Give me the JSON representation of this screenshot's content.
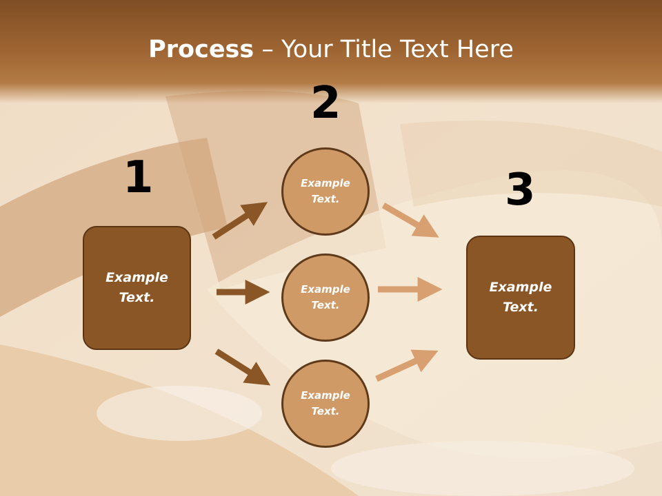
{
  "title": {
    "bold": "Process",
    "rest": " – Your Title Text Here"
  },
  "step_numbers": [
    "1",
    "2",
    "3"
  ],
  "left_box": {
    "text": "Example\nText."
  },
  "circles": [
    {
      "text": "Example\nText."
    },
    {
      "text": "Example\nText."
    },
    {
      "text": "Example\nText."
    }
  ],
  "right_box": {
    "text": "Example\nText."
  },
  "colors": {
    "title_bar": "#9c6331",
    "box_fill": "#8a5626",
    "circle_fill": "#d09a66",
    "arrow_dark": "#8a5626",
    "arrow_light": "#d8a070"
  }
}
